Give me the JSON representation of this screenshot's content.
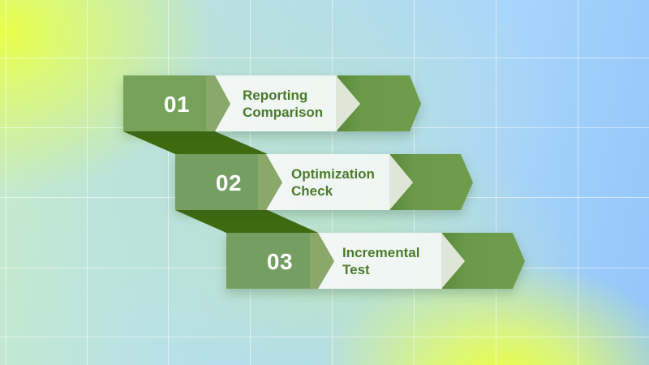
{
  "title": "Three-step process diagram",
  "colors": {
    "number_box": "#77a25a",
    "number_strip": "#8aa86a",
    "label_panel": "#eef5f4",
    "label_arrow_tip": "#dfe6d8",
    "tail_arrow": "#6b9a4a",
    "connector": "#3f6b10",
    "number_text": "#ffffff",
    "label_text": "#4b7a2c"
  },
  "steps": [
    {
      "number": "01",
      "label_line1": "Reporting",
      "label_line2": "Comparison"
    },
    {
      "number": "02",
      "label_line1": "Optimization",
      "label_line2": "Check"
    },
    {
      "number": "03",
      "label_line1": "Incremental",
      "label_line2": "Test"
    }
  ]
}
